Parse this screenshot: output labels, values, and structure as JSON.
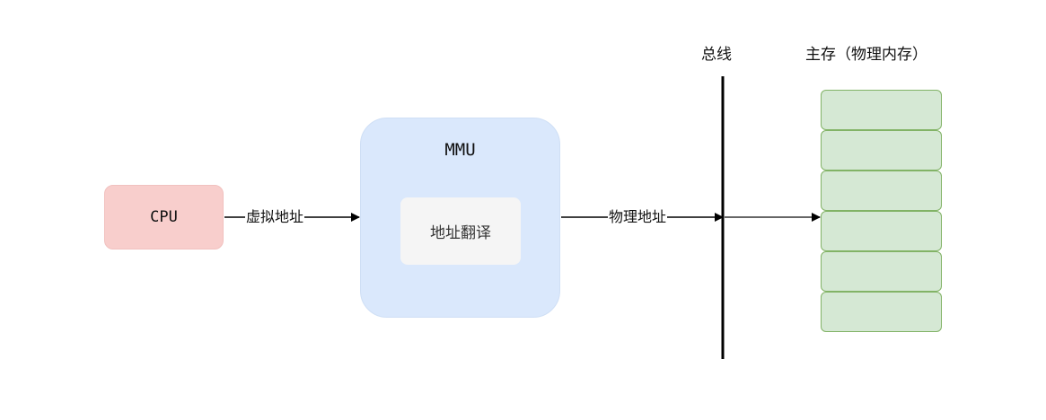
{
  "nodes": {
    "cpu": "CPU",
    "mmu": "MMU",
    "translate": "地址翻译"
  },
  "edges": {
    "virtual_address": "虚拟地址",
    "physical_address": "物理地址"
  },
  "labels": {
    "bus": "总线",
    "main_memory": "主存（物理内存）"
  },
  "memory_cells": 6,
  "colors": {
    "cpu_fill": "#f8cecc",
    "mmu_fill": "#dae8fc",
    "translate_fill": "#f5f5f5",
    "memory_fill": "#d5e8d4",
    "memory_stroke": "#82b366",
    "bus_line": "#000000",
    "arrow_to_memory": "#666666"
  }
}
